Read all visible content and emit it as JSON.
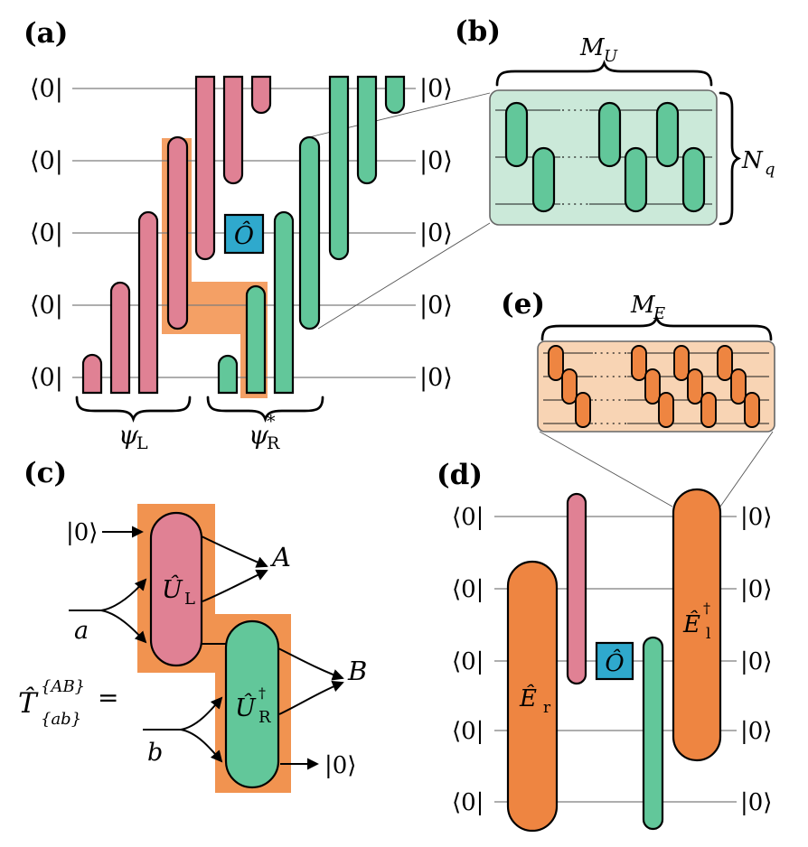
{
  "colors": {
    "pink": "#e08194",
    "green": "#62c79a",
    "orange": "#ee8541",
    "highlight_a": "#f4a065",
    "highlight_c": "#f19350",
    "blue": "#2fa9cd",
    "mint_panel": "#cbe9d9",
    "peach_panel": "#f8d4b4"
  },
  "panels": {
    "a": {
      "label": "(a)",
      "bra": "⟨0|",
      "ket": "|0⟩",
      "observable": "Ô",
      "left_state": {
        "base": "ψ",
        "sub": "L"
      },
      "right_state": {
        "base": "ψ",
        "sub": "R",
        "sup": "*"
      }
    },
    "b": {
      "label": "(b)",
      "depth": {
        "base": "M",
        "sub": "U"
      },
      "qubits": {
        "base": "N",
        "sub": "q"
      }
    },
    "c": {
      "label": "(c)",
      "lhs": {
        "base": "T̂",
        "sup": "{AB}",
        "sub": "{ab}",
        "equals": "="
      },
      "left_gate": {
        "base": "Û",
        "sub": "L"
      },
      "right_gate": {
        "base": "Û",
        "sub": "R",
        "sup": "†"
      },
      "in_top": "|0⟩",
      "in_left": "a",
      "in_bottom": "b",
      "out_top": "A",
      "out_right": "B",
      "out_bottom": "|0⟩"
    },
    "d": {
      "label": "(d)",
      "bra": "⟨0|",
      "ket": "|0⟩",
      "observable": "Ô",
      "left_gate": {
        "base": "Ê",
        "sub": "r"
      },
      "right_gate": {
        "base": "Ê",
        "sub": "l",
        "sup": "†"
      }
    },
    "e": {
      "label": "(e)",
      "depth": {
        "base": "M",
        "sub": "E"
      }
    }
  }
}
